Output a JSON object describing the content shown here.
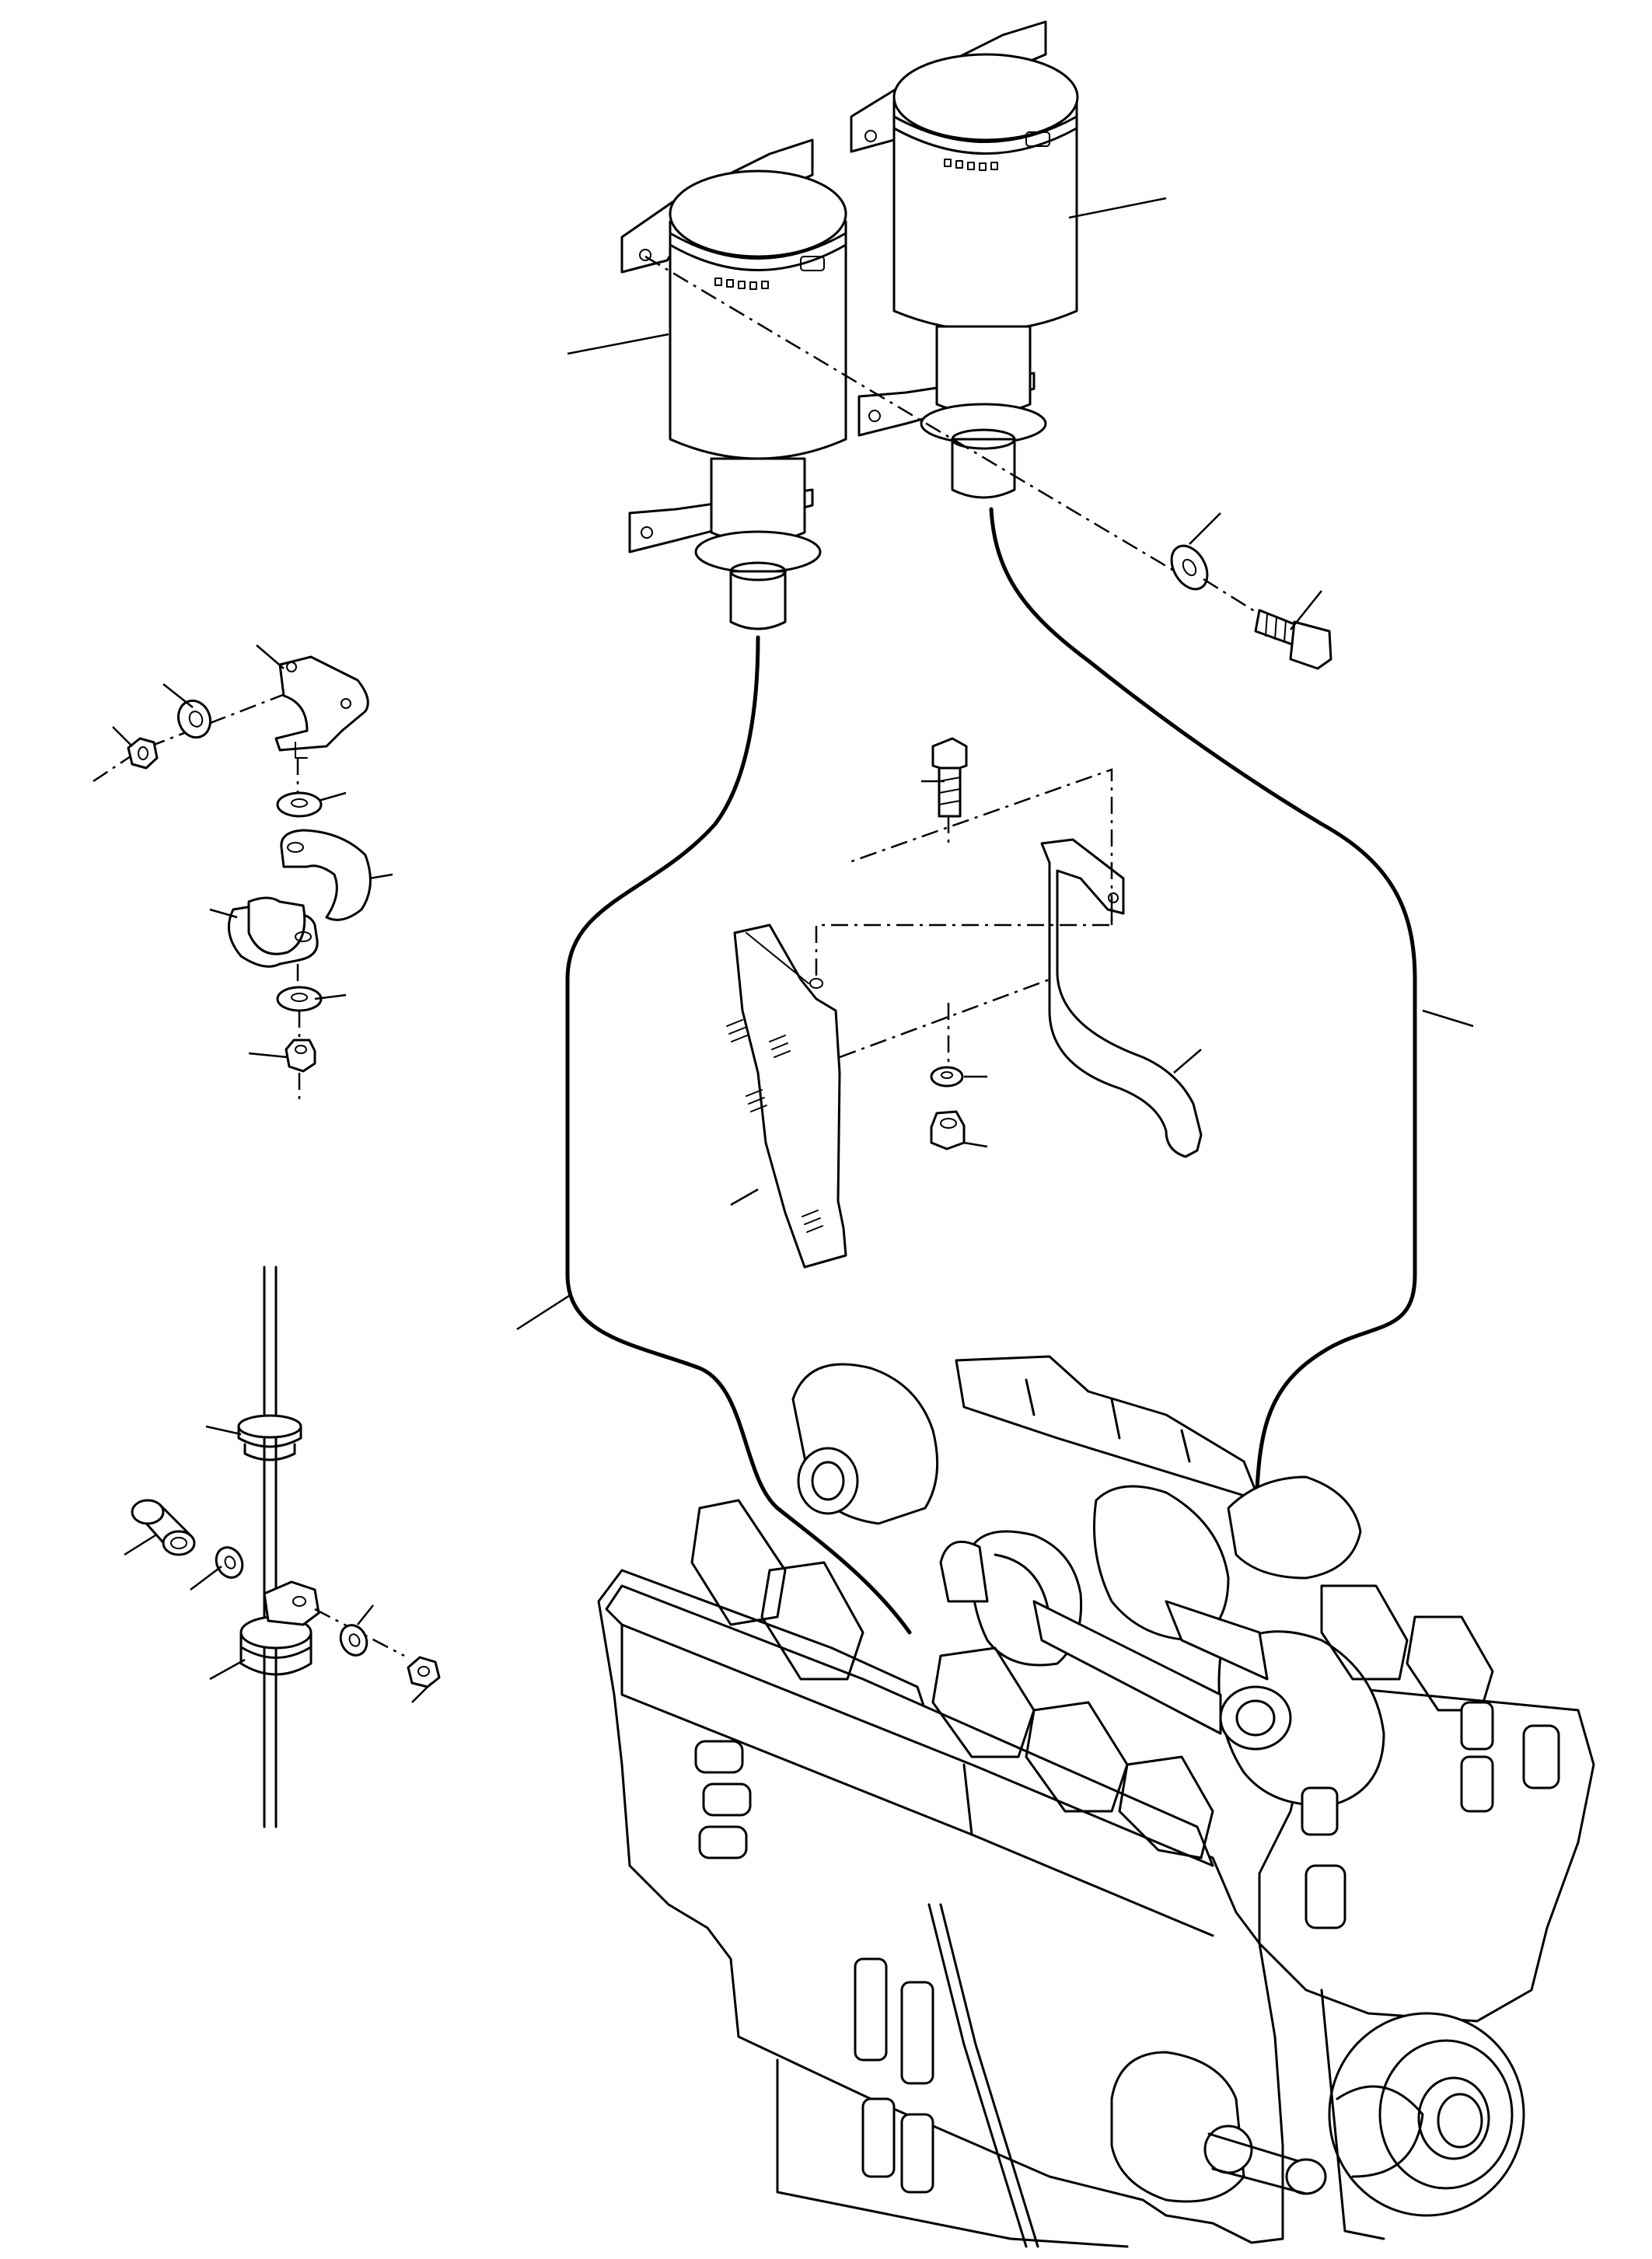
{
  "diagram": {
    "title": "",
    "callouts_text": "",
    "colors": {
      "line": "#000000",
      "background": "#ffffff"
    },
    "components": [
      "air-filter-canister-left",
      "air-filter-canister-right",
      "mounting-bracket-plate",
      "mounting-bracket-arm",
      "clamp-assembly",
      "grommet-assembly",
      "hose-left",
      "hose-right",
      "engine"
    ]
  }
}
